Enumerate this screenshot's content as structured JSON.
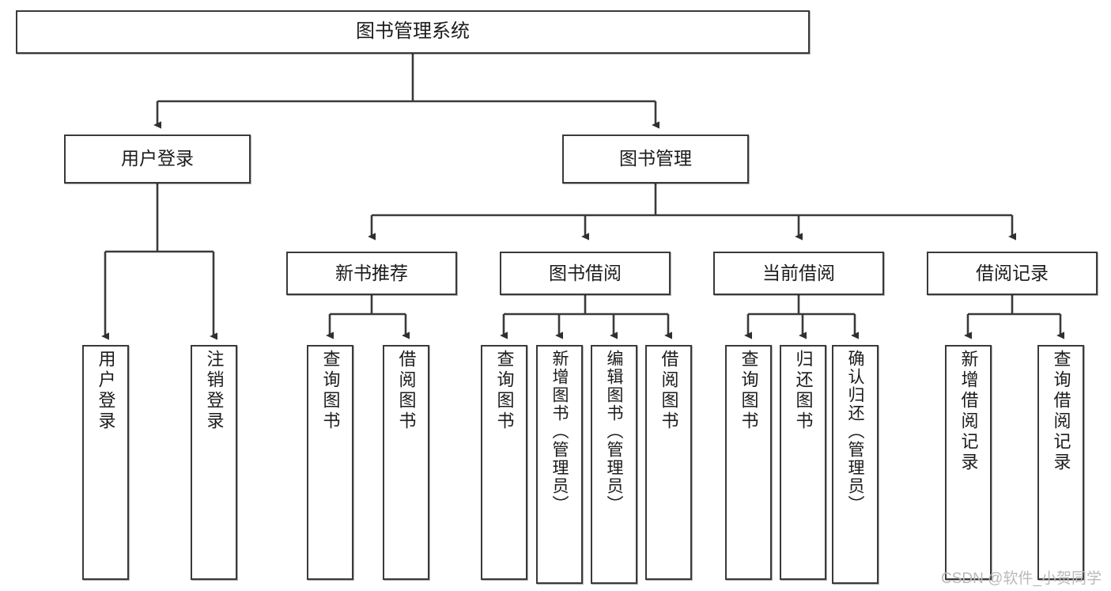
{
  "diagram": {
    "title": "图书管理系统",
    "type": "hierarchy-tree",
    "watermark": "CSDN @软件_小贺同学",
    "colors": {
      "border": "#3a3a3a",
      "fill": "#ffffff",
      "text": "#1b1b1b",
      "connector": "#3a3a3a",
      "watermark": "#b9b9b9"
    },
    "nodes": {
      "root": {
        "label": "图书管理系统"
      },
      "level2": [
        {
          "label": "用户登录"
        },
        {
          "label": "图书管理"
        }
      ],
      "level3": [
        {
          "label": "新书推荐"
        },
        {
          "label": "图书借阅"
        },
        {
          "label": "当前借阅"
        },
        {
          "label": "借阅记录"
        }
      ],
      "leaves": {
        "user_login": [
          {
            "label": "用户登录"
          },
          {
            "label": "注销登录"
          }
        ],
        "new_book_recommend": [
          {
            "label": "查询图书"
          },
          {
            "label": "借阅图书"
          }
        ],
        "book_borrow": [
          {
            "label": "查询图书"
          },
          {
            "label": "新增图书（管理员）"
          },
          {
            "label": "编辑图书（管理员）"
          },
          {
            "label": "借阅图书"
          }
        ],
        "current_borrow": [
          {
            "label": "查询图书"
          },
          {
            "label": "归还图书"
          },
          {
            "label": "确认归还（管理员）"
          }
        ],
        "borrow_record": [
          {
            "label": "新增借阅记录"
          },
          {
            "label": "查询借阅记录"
          }
        ]
      }
    }
  }
}
